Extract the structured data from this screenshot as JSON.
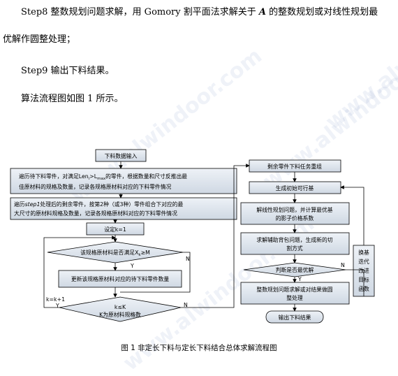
{
  "text": {
    "p1_a": "Step8 整数规划问题求解，用 Gomory 割平面法求解关于 ",
    "p1_var": "A",
    "p1_b": " 的整数规划或对线性规划最",
    "p2": "优解作圆整处理；",
    "p3": "Step9 输出下料结果。",
    "p4": "算法流程图如图 1 所示。"
  },
  "watermark": "www.alwindoor.com",
  "flowchart": {
    "start": "下料数据输入",
    "step1_l1": "遍历待下料零件，对满足Len",
    "step1_l1_sub": "i",
    "step1_l1_mid": ">L",
    "step1_l1_sub2": "max",
    "step1_l1_end": "的零件，根据数量和尺寸反推出最",
    "step1_l2": "佳原材料的规格及数量，记录各规格原材料对应的下料零件情况",
    "step2_l1a": "遍历",
    "step2_l1b": "step1",
    "step2_l1c": "处理后的剩余零件，按第2种（或3种）零件组合下对应的最",
    "step2_l2": "大尺寸的原材料规格及数量，记录各规格原材料对应的下料零件情况",
    "set_k": "设定k=1",
    "cond1": "该规格原材料是否满足X",
    "cond1_sub": "k",
    "cond1_end": "≥M",
    "update": "更新该规格原材料对应的待下料零件数量",
    "cond2_l1": "k≤K",
    "cond2_l2": "K为原材料规格数",
    "k_inc": "k=k+1",
    "y1": "Y",
    "n1": "N",
    "y2": "Y",
    "n2": "N",
    "r1": "剩余零件下料任务重组",
    "r2": "生成初始可行基",
    "r3_l1": "解线性规划问题，并计算最优基",
    "r3_l2": "的影子价格系数",
    "r4_l1": "求解辅助背包问题，生成新的切",
    "r4_l2": "割方式",
    "r5": "判断是否最优解",
    "r6_l1": "整数规划问题求解或对结果做圆",
    "r6_l2": "整处理",
    "r7": "输出下料结果",
    "side": [
      "换基",
      "迭代",
      "改进",
      "目标",
      "函数"
    ],
    "y3": "Y",
    "n3": "N"
  },
  "caption": "图 1 非定长下料与定长下料结合总体求解流程图"
}
